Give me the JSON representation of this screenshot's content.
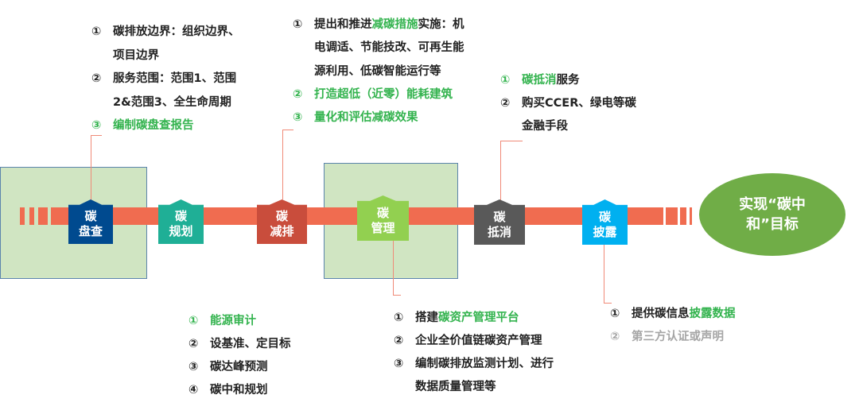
{
  "stages": [
    {
      "line1": "碳",
      "line2": "盘查",
      "color": "#004a8f"
    },
    {
      "line1": "碳",
      "line2": "规划",
      "color": "#1faf96"
    },
    {
      "line1": "碳",
      "line2": "减排",
      "color": "#c94d3c"
    },
    {
      "line1": "碳",
      "line2": "管理",
      "color": "#92d050"
    },
    {
      "line1": "碳",
      "line2": "抵消",
      "color": "#595959"
    },
    {
      "line1": "碳",
      "line2": "披露",
      "color": "#00b0f0"
    }
  ],
  "goal": {
    "line1": "实现“碳中",
    "line2": "和”目标"
  },
  "blocks": [
    {
      "id": "inventory",
      "items": [
        {
          "num": "①",
          "lines": [
            [
              {
                "t": "碳排放边界：组织边界、",
                "c": ""
              }
            ],
            [
              {
                "t": "项目边界",
                "c": ""
              }
            ]
          ]
        },
        {
          "num": "②",
          "lines": [
            [
              {
                "t": "服务范围：范围1、范围",
                "c": ""
              }
            ],
            [
              {
                "t": "2&范围3、全生命周期",
                "c": ""
              }
            ]
          ]
        },
        {
          "num": "③",
          "g": true,
          "lines": [
            [
              {
                "t": "编制碳盘查报告",
                "c": "g"
              }
            ]
          ]
        }
      ]
    },
    {
      "id": "reduction",
      "items": [
        {
          "num": "①",
          "lines": [
            [
              {
                "t": "提出和推进",
                "c": ""
              },
              {
                "t": "减碳措施",
                "c": "g"
              },
              {
                "t": "实施：机",
                "c": ""
              }
            ],
            [
              {
                "t": "电调适、节能技改、可再生能",
                "c": ""
              }
            ],
            [
              {
                "t": "源利用、低碳智能运行等",
                "c": ""
              }
            ]
          ]
        },
        {
          "num": "②",
          "g": true,
          "lines": [
            [
              {
                "t": "打造超低（近零）能耗建筑",
                "c": "g"
              }
            ]
          ]
        },
        {
          "num": "③",
          "g": true,
          "lines": [
            [
              {
                "t": "量化和评估减碳效果",
                "c": "g"
              }
            ]
          ]
        }
      ]
    },
    {
      "id": "offset",
      "items": [
        {
          "num": "①",
          "g": true,
          "lines": [
            [
              {
                "t": "碳抵消",
                "c": "g"
              },
              {
                "t": "服务",
                "c": ""
              }
            ]
          ]
        },
        {
          "num": "②",
          "lines": [
            [
              {
                "t": "购买CCER、绿电等碳",
                "c": ""
              }
            ],
            [
              {
                "t": "金融手段",
                "c": ""
              }
            ]
          ]
        }
      ]
    },
    {
      "id": "planning",
      "items": [
        {
          "num": "①",
          "g": true,
          "lines": [
            [
              {
                "t": "能源审计",
                "c": "g"
              }
            ]
          ]
        },
        {
          "num": "②",
          "lines": [
            [
              {
                "t": "设基准、定目标",
                "c": ""
              }
            ]
          ]
        },
        {
          "num": "③",
          "lines": [
            [
              {
                "t": "碳达峰预测",
                "c": ""
              }
            ]
          ]
        },
        {
          "num": "④",
          "lines": [
            [
              {
                "t": "碳中和规划",
                "c": ""
              }
            ]
          ]
        }
      ]
    },
    {
      "id": "management",
      "items": [
        {
          "num": "①",
          "lines": [
            [
              {
                "t": "搭建",
                "c": ""
              },
              {
                "t": "碳资产管理平台",
                "c": "g"
              }
            ]
          ]
        },
        {
          "num": "②",
          "lines": [
            [
              {
                "t": "企业全价值链碳资产管理",
                "c": ""
              }
            ]
          ]
        },
        {
          "num": "③",
          "lines": [
            [
              {
                "t": "编制碳排放监测计划、进行",
                "c": ""
              }
            ],
            [
              {
                "t": "数据质量管理等",
                "c": ""
              }
            ]
          ]
        }
      ]
    },
    {
      "id": "disclosure",
      "items": [
        {
          "num": "①",
          "lines": [
            [
              {
                "t": "提供碳信息",
                "c": ""
              },
              {
                "t": "披露数据",
                "c": "g"
              }
            ]
          ]
        },
        {
          "num": "②",
          "gray": true,
          "lines": [
            [
              {
                "t": "第三方认证或声明",
                "c": "gr"
              }
            ]
          ]
        }
      ]
    }
  ]
}
